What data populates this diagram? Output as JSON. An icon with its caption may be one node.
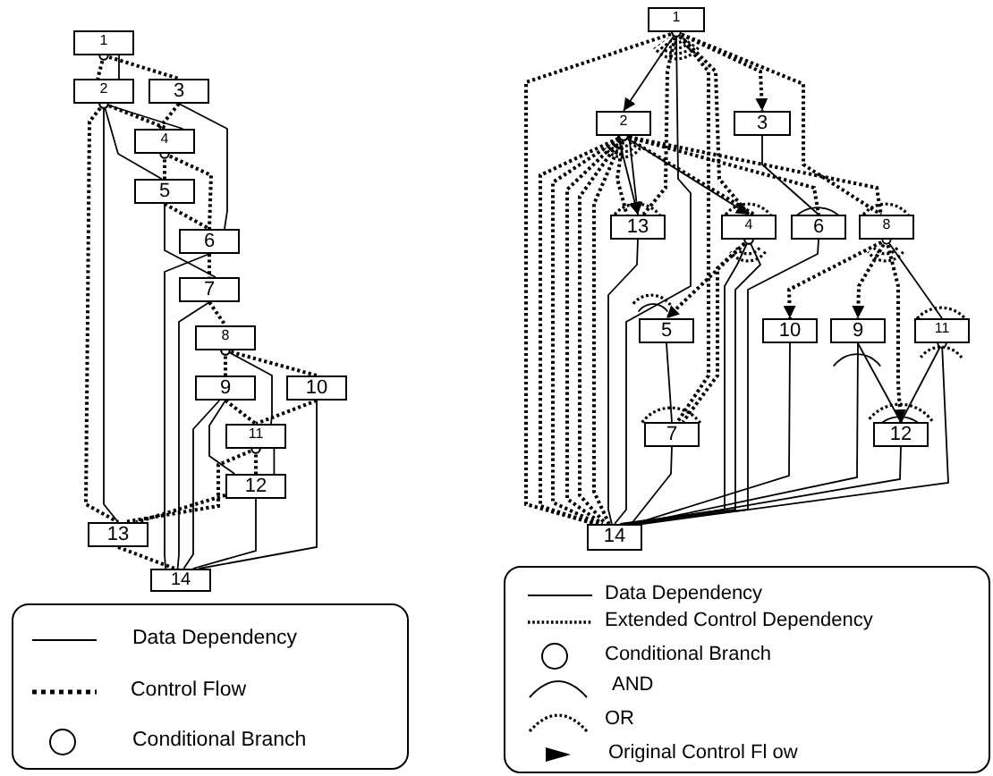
{
  "diagram": {
    "nodes": [
      {
        "text": [
          "1"
        ]
      },
      {
        "text": [
          "2"
        ]
      },
      {
        "text": [
          "3"
        ]
      },
      {
        "text": [
          "4"
        ]
      },
      {
        "text": [
          "5"
        ]
      },
      {
        "text": [
          "6"
        ]
      },
      {
        "text": [
          "7"
        ]
      },
      {
        "text": [
          "8"
        ]
      },
      {
        "text": [
          "9"
        ]
      },
      {
        "text": [
          "10"
        ]
      },
      {
        "text": [
          "11"
        ]
      },
      {
        "text": [
          "12"
        ]
      },
      {
        "text": [
          "13"
        ]
      },
      {
        "text": [
          "14"
        ]
      },
      {
        "text": [
          "1"
        ]
      },
      {
        "text": [
          "2"
        ]
      },
      {
        "text": [
          "3"
        ]
      },
      {
        "text": [
          "4"
        ]
      },
      {
        "text": [
          "5"
        ]
      },
      {
        "text": [
          "6"
        ]
      },
      {
        "text": [
          "7"
        ]
      },
      {
        "text": [
          "8"
        ]
      },
      {
        "text": [
          "9"
        ]
      },
      {
        "text": [
          "10"
        ]
      },
      {
        "text": [
          "11"
        ]
      },
      {
        "text": [
          "12"
        ]
      },
      {
        "text": [
          "13"
        ]
      },
      {
        "text": [
          "14"
        ]
      }
    ],
    "edges": [
      {
        "from": 0,
        "to": 1,
        "arrow": "other",
        "style": "dashed"
      },
      {
        "from": 0,
        "to": 1,
        "arrow": "none"
      },
      {
        "from": 0,
        "to": 2,
        "arrow": "other",
        "style": "dashed"
      },
      {
        "from": 1,
        "to": 3,
        "arrow": "other",
        "style": "dashed"
      },
      {
        "from": 1,
        "to": 3,
        "arrow": "other"
      },
      {
        "from": 2,
        "to": 3,
        "arrow": "none",
        "style": "dashed"
      },
      {
        "from": 1,
        "to": 4,
        "arrow": "other"
      },
      {
        "from": 1,
        "to": 12,
        "arrow": "other",
        "style": "dashed"
      },
      {
        "from": 1,
        "to": 12,
        "arrow": "other"
      },
      {
        "from": 3,
        "to": 4,
        "arrow": "other",
        "style": "dashed"
      },
      {
        "from": 3,
        "to": 5,
        "arrow": "other",
        "style": "dashed"
      },
      {
        "from": 4,
        "to": 5,
        "arrow": "none",
        "style": "dashed"
      },
      {
        "from": 2,
        "to": 5,
        "arrow": "none"
      },
      {
        "from": 5,
        "to": 6,
        "arrow": "none",
        "style": "dashed"
      },
      {
        "from": 4,
        "to": 6,
        "arrow": "none"
      },
      {
        "from": 5,
        "to": 13,
        "arrow": "none"
      },
      {
        "from": 6,
        "to": 7,
        "arrow": "none",
        "style": "dashed"
      },
      {
        "from": 6,
        "to": 13,
        "arrow": "none"
      },
      {
        "from": 7,
        "to": 8,
        "arrow": "other",
        "style": "dashed"
      },
      {
        "from": 7,
        "to": 9,
        "arrow": "other",
        "style": "dashed"
      },
      {
        "from": 7,
        "to": 10,
        "arrow": "other"
      },
      {
        "from": 8,
        "to": 10,
        "arrow": "none",
        "style": "dashed"
      },
      {
        "from": 9,
        "to": 10,
        "arrow": "none",
        "style": "dashed"
      },
      {
        "from": 8,
        "to": 11,
        "arrow": "none"
      },
      {
        "from": 8,
        "to": 13,
        "arrow": "none"
      },
      {
        "from": 10,
        "to": 11,
        "arrow": "other",
        "style": "dashed"
      },
      {
        "from": 10,
        "to": 11,
        "arrow": "none"
      },
      {
        "from": 10,
        "to": 12,
        "arrow": "other",
        "style": "dashed"
      },
      {
        "from": 11,
        "to": 12,
        "arrow": "none",
        "style": "dashed"
      },
      {
        "from": 11,
        "to": 13,
        "arrow": "none"
      },
      {
        "from": 9,
        "to": 13,
        "arrow": "none"
      },
      {
        "from": 12,
        "to": 13,
        "arrow": "none",
        "style": "dashed"
      },
      {
        "from": 14,
        "to": 15,
        "arrow": "to"
      },
      {
        "from": 14,
        "to": 16,
        "arrow": "to",
        "style": "dashed"
      },
      {
        "from": 14,
        "to": 27,
        "arrow": "other",
        "style": "dashed"
      },
      {
        "from": 14,
        "to": 26,
        "arrow": "other",
        "style": "dashed"
      },
      {
        "from": 14,
        "to": 27,
        "arrow": "other"
      },
      {
        "from": 14,
        "to": 20,
        "arrow": "other",
        "style": "dashed"
      },
      {
        "from": 14,
        "to": 17,
        "arrow": "other",
        "style": "dashed"
      },
      {
        "from": 14,
        "to": 21,
        "arrow": "other",
        "style": "dashed"
      },
      {
        "from": 15,
        "to": 26,
        "arrow": "to"
      },
      {
        "from": 15,
        "to": 26,
        "arrow": "to"
      },
      {
        "from": 15,
        "to": 26,
        "arrow": "other",
        "style": "dashed"
      },
      {
        "from": 15,
        "to": 17,
        "arrow": "to"
      },
      {
        "from": 15,
        "to": 17,
        "arrow": "other",
        "style": "dashed"
      },
      {
        "from": 15,
        "to": 19,
        "arrow": "other",
        "style": "dashed"
      },
      {
        "from": 15,
        "to": 21,
        "arrow": "other",
        "style": "dashed"
      },
      {
        "from": 15,
        "to": 27,
        "arrow": "other",
        "style": "dashed"
      },
      {
        "from": 15,
        "to": 27,
        "arrow": "other",
        "style": "dashed"
      },
      {
        "from": 15,
        "to": 27,
        "arrow": "other",
        "style": "dashed"
      },
      {
        "from": 15,
        "to": 27,
        "arrow": "other",
        "style": "dashed"
      },
      {
        "from": 15,
        "to": 27,
        "arrow": "other",
        "style": "dashed"
      },
      {
        "from": 16,
        "to": 19,
        "arrow": "none"
      },
      {
        "from": 26,
        "to": 27,
        "arrow": "none"
      },
      {
        "from": 17,
        "to": 18,
        "arrow": "to",
        "style": "dashed"
      },
      {
        "from": 17,
        "to": 20,
        "arrow": "other",
        "style": "dashed"
      },
      {
        "from": 17,
        "to": 27,
        "arrow": "other"
      },
      {
        "from": 17,
        "to": 27,
        "arrow": "other"
      },
      {
        "from": 19,
        "to": 27,
        "arrow": "none"
      },
      {
        "from": 21,
        "to": 23,
        "arrow": "to",
        "style": "dashed"
      },
      {
        "from": 21,
        "to": 22,
        "arrow": "to",
        "style": "dashed"
      },
      {
        "from": 21,
        "to": 25,
        "arrow": "to",
        "style": "dashed"
      },
      {
        "from": 21,
        "to": 24,
        "arrow": "other"
      },
      {
        "from": 18,
        "to": 20,
        "arrow": "none"
      },
      {
        "from": 20,
        "to": 27,
        "arrow": "none"
      },
      {
        "from": 23,
        "to": 27,
        "arrow": "none"
      },
      {
        "from": 22,
        "to": 25,
        "arrow": "none"
      },
      {
        "from": 22,
        "to": 27,
        "arrow": "none"
      },
      {
        "from": 24,
        "to": 25,
        "arrow": "other"
      },
      {
        "from": 25,
        "to": 27,
        "arrow": "none"
      },
      {
        "from": 24,
        "to": 27,
        "arrow": "other"
      }
    ],
    "legend": [
      {
        "text": "Data Dependency"
      },
      {
        "text": "Control Flow"
      },
      {
        "text": "Conditional Branch"
      },
      {
        "text": "Data Dependency"
      },
      {
        "text": "Extended Control Dependency"
      },
      {
        "text": "Conditional Branch"
      },
      {
        "text": "AND"
      },
      {
        "text": "OR"
      },
      {
        "text": "Original Control Fl ow"
      }
    ]
  }
}
